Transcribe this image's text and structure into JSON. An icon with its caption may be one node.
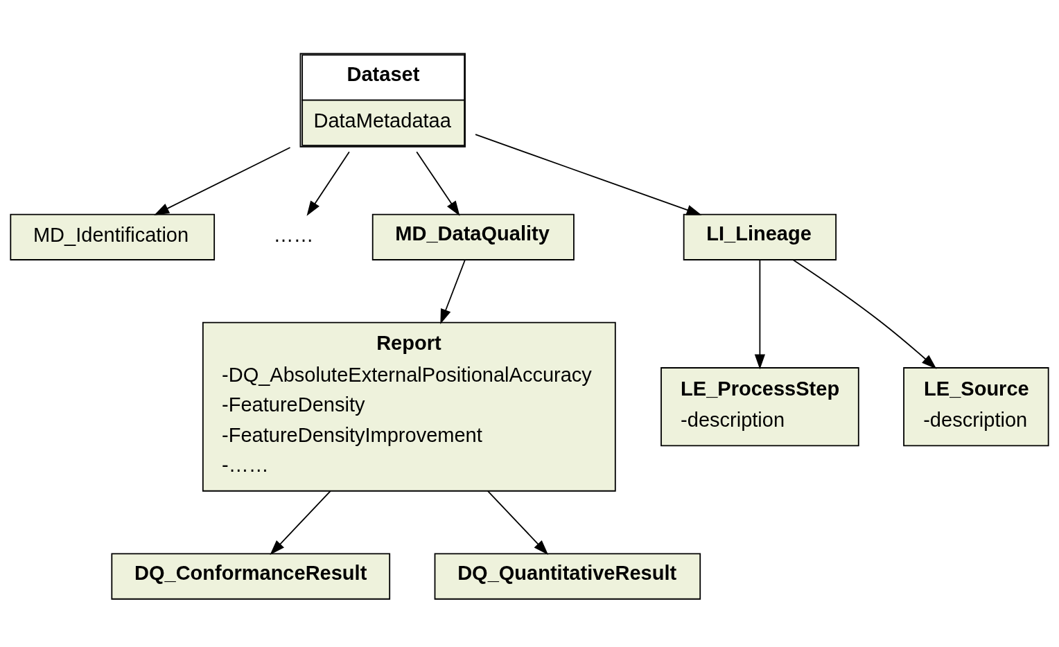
{
  "diagram": {
    "nodes": [
      {
        "text": [
          "Dataset",
          "DataMetadataa"
        ]
      },
      {
        "text": [
          "MD_Identification"
        ]
      },
      {
        "text": [
          "……"
        ]
      },
      {
        "text": [
          "MD_DataQuality"
        ]
      },
      {
        "text": [
          "LI_Lineage"
        ]
      },
      {
        "text": [
          "Report",
          "-DQ_AbsoluteExternalPositionalAccuracy",
          "-FeatureDensity",
          "-FeatureDensityImprovement",
          "-……"
        ]
      },
      {
        "text": [
          "LE_ProcessStep",
          "-description"
        ]
      },
      {
        "text": [
          "LE_Source",
          "-description"
        ]
      },
      {
        "text": [
          "DQ_ConformanceResult"
        ]
      },
      {
        "text": [
          "DQ_QuantitativeResult"
        ]
      }
    ],
    "edges": [
      {
        "from": 0,
        "to": 1,
        "arrow": "to"
      },
      {
        "from": 0,
        "to": 2,
        "arrow": "to"
      },
      {
        "from": 0,
        "to": 4,
        "arrow": "to"
      },
      {
        "from": 0,
        "to": 3,
        "arrow": "to"
      },
      {
        "from": 3,
        "to": 5,
        "arrow": "to"
      },
      {
        "from": 4,
        "to": 6,
        "arrow": "to"
      },
      {
        "from": 4,
        "to": 7,
        "arrow": "to"
      },
      {
        "from": 5,
        "to": 8,
        "arrow": "to"
      },
      {
        "from": 5,
        "to": 9,
        "arrow": "to"
      }
    ]
  }
}
